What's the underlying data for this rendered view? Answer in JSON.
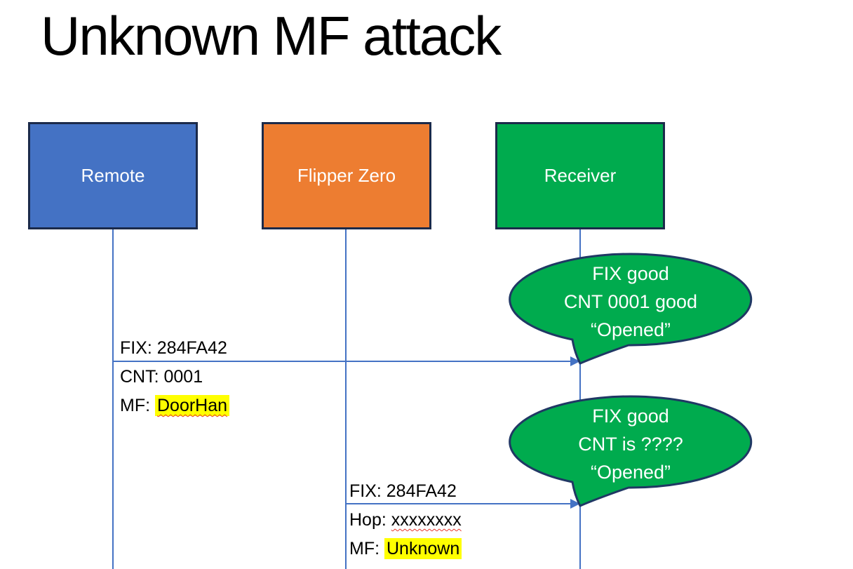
{
  "title": "Unknown MF attack",
  "colors": {
    "box_blue": "#4472C4",
    "box_orange": "#ED7D31",
    "box_green": "#00AB4E",
    "outline_dark": "#1B2A4A",
    "bubble_outline": "#203864",
    "line_blue": "#4472C4",
    "highlight_yellow": "#FFFF00",
    "squiggle_red": "#E8372C"
  },
  "actors": [
    {
      "label": "Remote"
    },
    {
      "label": "Flipper Zero"
    },
    {
      "label": "Receiver"
    }
  ],
  "messages": [
    {
      "line1": "FIX: 284FA42",
      "line2": "CNT: 0001",
      "line3_prefix": "MF: ",
      "line3_value": "DoorHan"
    },
    {
      "line1": "FIX: 284FA42",
      "line2_prefix": "Hop: ",
      "line2_value": "xxxxxxxx",
      "line3_prefix": "MF: ",
      "line3_value": "Unknown"
    }
  ],
  "callouts": [
    {
      "line1": "FIX good",
      "line2": "CNT 0001 good",
      "line3": "“Opened”"
    },
    {
      "line1": "FIX good",
      "line2": "CNT is ????",
      "line3": "“Opened”"
    }
  ]
}
